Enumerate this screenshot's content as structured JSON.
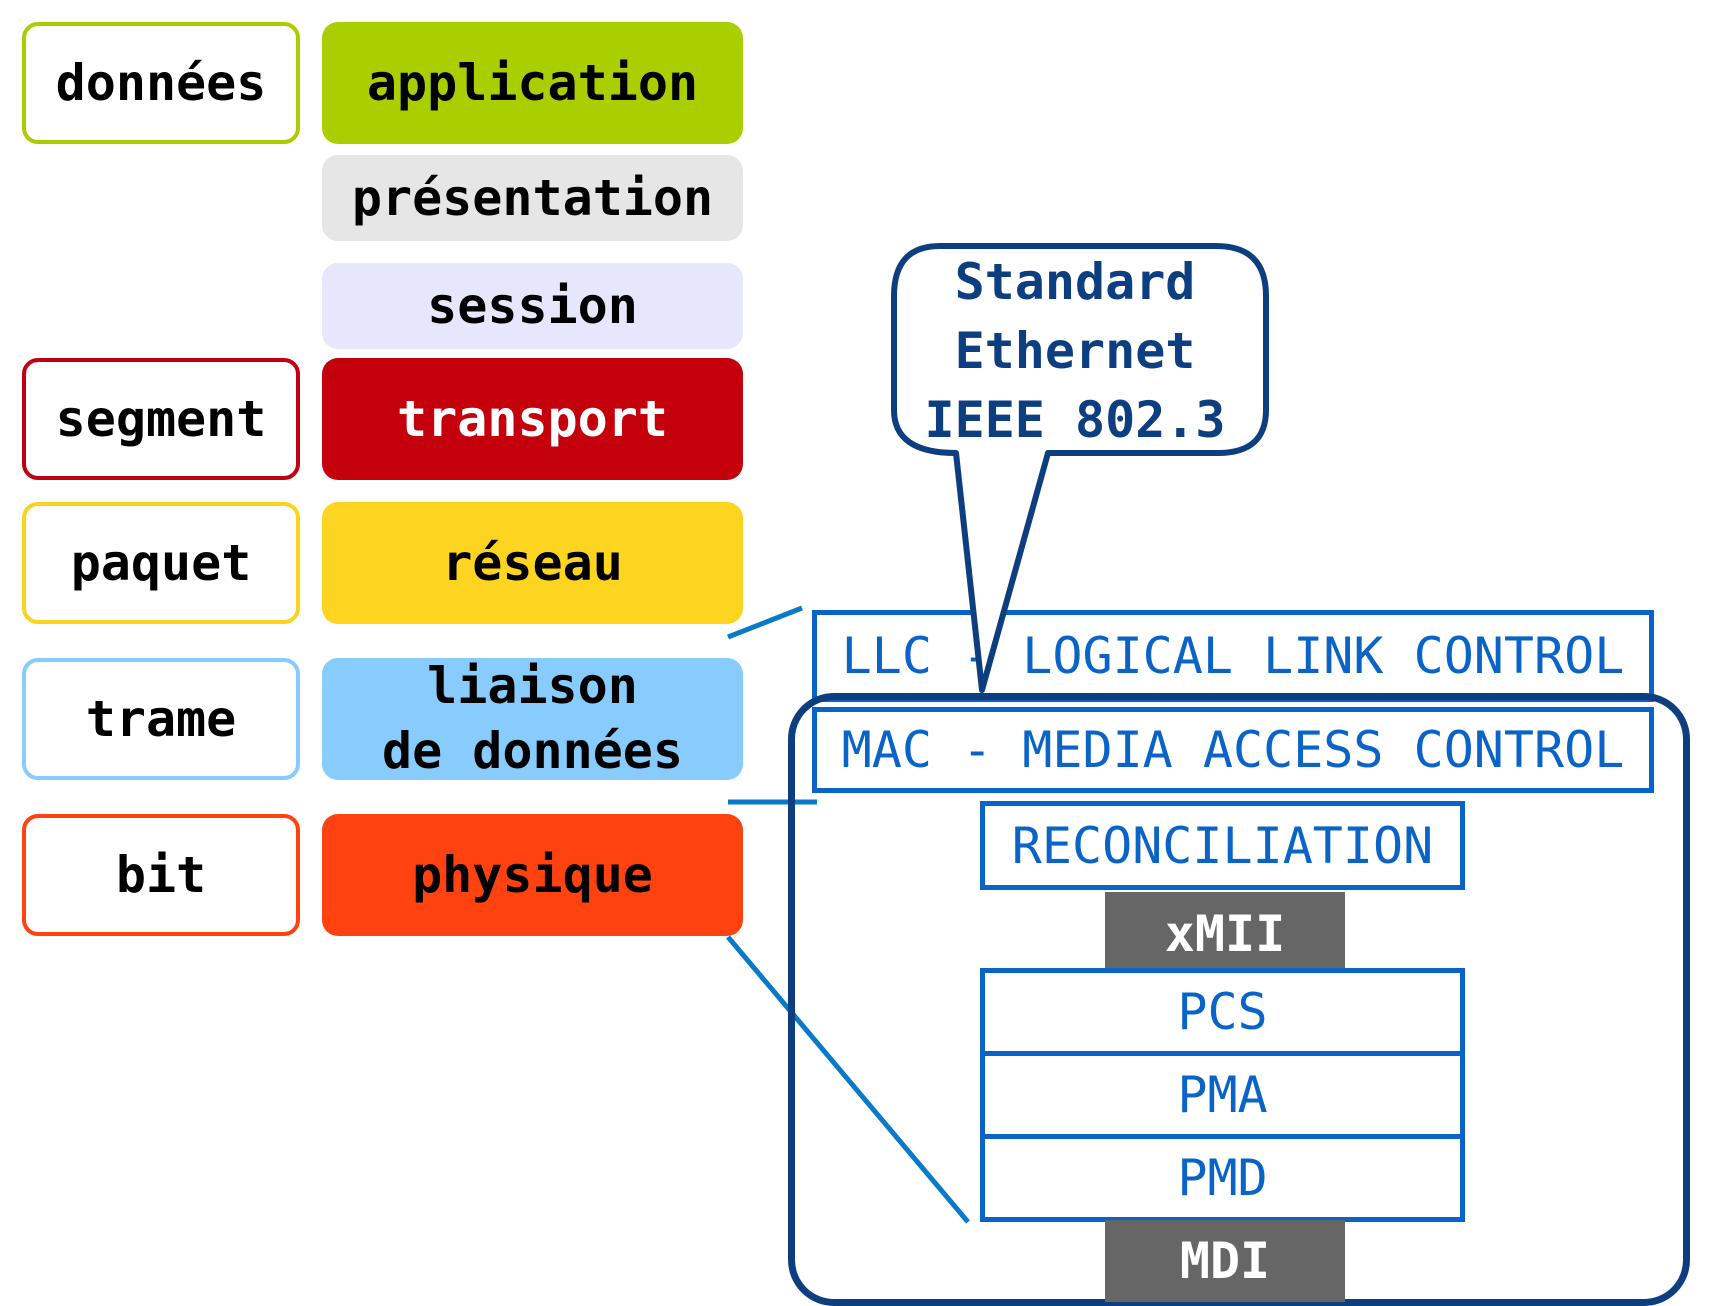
{
  "pdu_units": [
    {
      "label": "données",
      "color": "#aacc00"
    },
    {
      "label": "segment",
      "color": "#c00010"
    },
    {
      "label": "paquet",
      "color": "#fdd11f"
    },
    {
      "label": "trame",
      "color": "#88ccfd"
    },
    {
      "label": "bit",
      "color": "#ff420f"
    }
  ],
  "osi_layers": [
    {
      "label": "application",
      "color": "#aacf00",
      "text_color": "#000000"
    },
    {
      "label": "présentation",
      "color": "#e6e6e6",
      "text_color": "#000000"
    },
    {
      "label": "session",
      "color": "#e6e6fc",
      "text_color": "#000000"
    },
    {
      "label": "transport",
      "color": "#c3000c",
      "text_color": "#ffffff"
    },
    {
      "label": "réseau",
      "color": "#fdd520",
      "text_color": "#000000"
    },
    {
      "label": "liaison\nde données",
      "color": "#88ccfd",
      "text_color": "#000000"
    },
    {
      "label": "physique",
      "color": "#ff420f",
      "text_color": "#000000"
    }
  ],
  "ethernet": {
    "callout": "Standard\nEthernet\nIEEE 802.3",
    "llc": "LLC - LOGICAL LINK CONTROL",
    "mac": "MAC - MEDIA ACCESS CONTROL",
    "reconciliation": "RECONCILIATION",
    "xmii": "xMII",
    "pcs": "PCS",
    "pma": "PMA",
    "pmd": "PMD",
    "mdi": "MDI"
  },
  "colors": {
    "ethernet_box": "#0a64c8",
    "ethernet_frame": "#0d3f80",
    "connector": "#0a7ac8"
  }
}
